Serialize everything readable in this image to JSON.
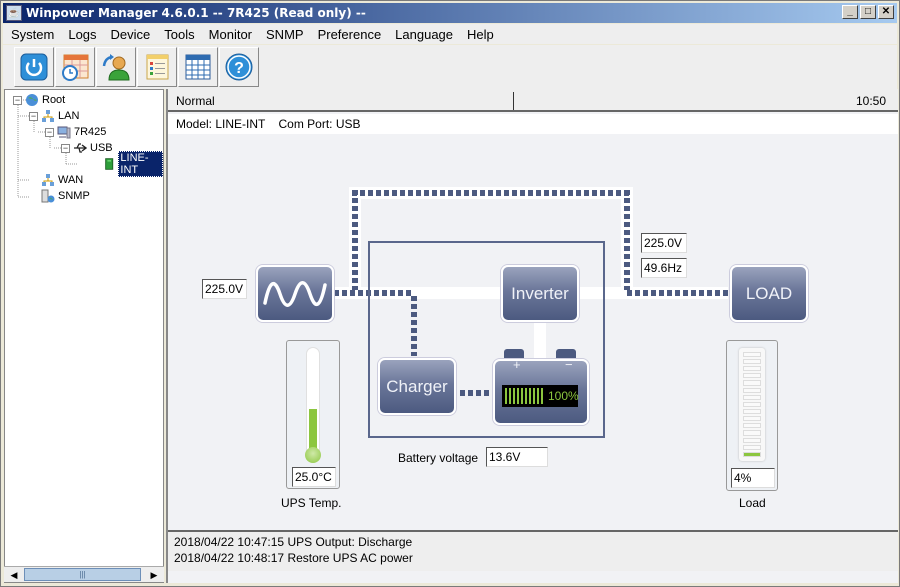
{
  "window": {
    "title": "Winpower Manager 4.6.0.1 -- 7R425 (Read only) --",
    "controls": [
      "minimize",
      "maximize",
      "close"
    ]
  },
  "menu": [
    "System",
    "Logs",
    "Device",
    "Tools",
    "Monitor",
    "SNMP",
    "Preference",
    "Language",
    "Help"
  ],
  "toolbar": [
    {
      "icon": "power-icon"
    },
    {
      "icon": "schedule-icon"
    },
    {
      "icon": "user-login-icon"
    },
    {
      "icon": "event-list-icon"
    },
    {
      "icon": "data-table-icon"
    },
    {
      "icon": "help-icon"
    }
  ],
  "tree": {
    "root": "Root",
    "lan": "LAN",
    "host": "7R425",
    "usb": "USB",
    "device": "LINE-INT",
    "wan": "WAN",
    "snmp": "SNMP"
  },
  "status": {
    "state": "Normal",
    "time": "10:50",
    "model_info": "Model: LINE-INT    Com Port: USB"
  },
  "diagram": {
    "input_voltage": "225.0V",
    "output_voltage": "225.0V",
    "output_frequency": "49.6Hz",
    "inverter_label": "Inverter",
    "charger_label": "Charger",
    "load_label": "LOAD",
    "battery_plus": "+",
    "battery_minus": "−",
    "battery_percent_text": "100%",
    "battery_level": 100,
    "battery_voltage_label": "Battery voltage",
    "battery_voltage": "13.6V",
    "temp_value": "25.0°C",
    "temp_label": "UPS Temp.",
    "temp_fill_fraction": 0.42,
    "load_value": "4%",
    "load_label_bottom": "Load",
    "load_fraction": 0.04,
    "colors": {
      "block": "#5a678c",
      "line": "#4c5a80",
      "battery_bar": "#8cc63f",
      "thermo": "#8cc63f"
    }
  },
  "log": [
    "2018/04/22 10:47:15  UPS Output: Discharge",
    "2018/04/22 10:48:17  Restore UPS AC power"
  ]
}
